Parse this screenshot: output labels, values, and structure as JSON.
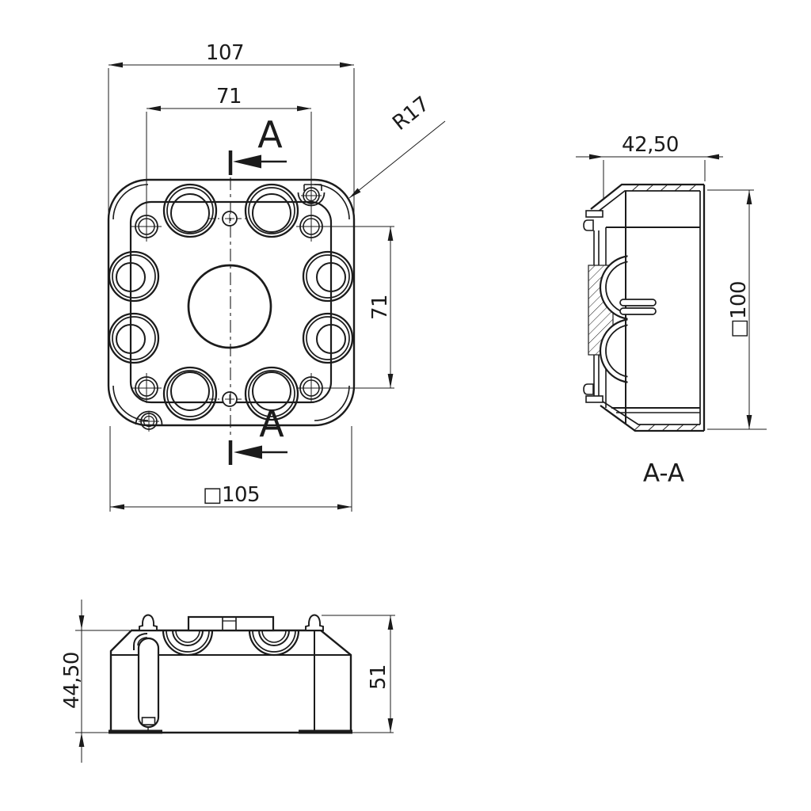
{
  "meta": {
    "background_color": "#ffffff",
    "ink_color": "#1b1b1b",
    "drawing_type": "technical dimension drawing, flush-mount junction box, three views"
  },
  "front_view": {
    "dim_overall_width": "107",
    "dim_hole_pitch_horizontal": "71",
    "dim_hole_pitch_vertical": "71",
    "dim_square_body": "□105",
    "corner_radius_label": "R17",
    "section_letter_top": "A",
    "section_letter_bottom": "A"
  },
  "section_view": {
    "dim_depth": "42,50",
    "dim_square_height": "□100",
    "section_title": "A-A"
  },
  "side_view": {
    "dim_body_height": "44,50",
    "dim_overall_height": "51"
  }
}
